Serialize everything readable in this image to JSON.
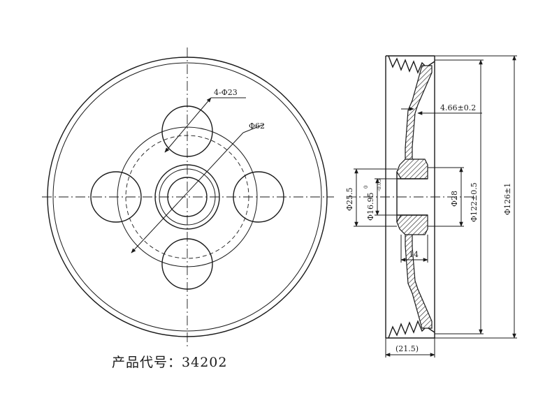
{
  "product_code": {
    "label": "产品代号：",
    "value": "34202"
  },
  "front_view": {
    "dimensions": {
      "holes": "4-Φ23",
      "pitch_circle": "Φ62"
    }
  },
  "section_view": {
    "dimensions": {
      "wall_thickness": "4.66±0.2",
      "bore_outer": "Φ25.5",
      "bore_inner": "Φ16.95",
      "bore_inner_tol_upper": "0",
      "bore_inner_tol_lower": "-0.03",
      "hub_diameter": "Φ28",
      "groove_diameter": "Φ122±0.5",
      "outer_diameter": "Φ126±1",
      "hub_width": "14",
      "overall_width": "(21.5)"
    }
  },
  "colors": {
    "line": "#1a1a1a",
    "background": "#ffffff"
  }
}
